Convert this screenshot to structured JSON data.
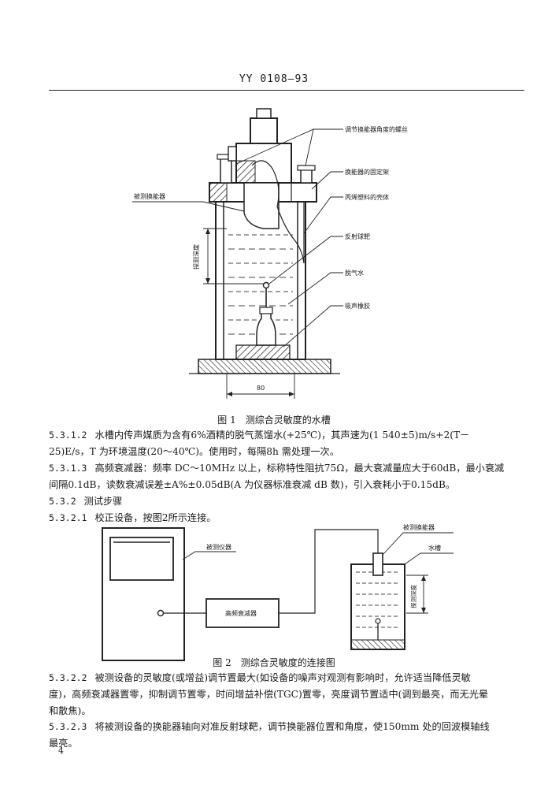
{
  "header": {
    "standard_no": "YY 0108—93"
  },
  "figure1": {
    "labels": {
      "adjust_screw": "调节换能器角度的螺丝",
      "transducer_holder": "换能器的固定架",
      "acrylic_shell": "丙烯塑料的壳体",
      "transducer_under_test": "被测换能器",
      "reflector_sphere": "反射球靶",
      "degassed_water": "脱气水",
      "sound_absorber": "吸声橡胶",
      "depth": "探测深度",
      "width": "80"
    },
    "caption": "图 1　测综合灵敏度的水槽"
  },
  "sections": {
    "s5312": {
      "num": "5.3.1.2",
      "line1": "水槽内传声媒质为含有6%酒精的脱气蒸馏水(+25℃)，其声速为(1 540±5)m/s+2(T－",
      "line2": "25)E/s，T 为环境温度(20～40℃)。使用时，每隔8h 需处理一次。"
    },
    "s5313": {
      "num": "5.3.1.3",
      "line1": "高频衰减器：频率 DC～10MHz 以上，标称特性阻抗75Ω，最大衰减量应大于60dB，最小衰减",
      "line2": "间隔0.1dB，读数衰减误差±A%±0.05dB(A 为仪器标准衰减 dB 数)，引入衰耗小于0.15dB。"
    },
    "s532": {
      "num": "5.3.2",
      "text": "测试步骤"
    },
    "s5321": {
      "num": "5.3.2.1",
      "text": "校正设备，按图2所示连接。"
    }
  },
  "figure2": {
    "labels": {
      "instrument": "被测仪器",
      "attenuator": "高频衰减器",
      "transducer": "被测换能器",
      "tank": "水槽",
      "depth": "探测深度"
    },
    "caption": "图 2　测综合灵敏度的连接图"
  },
  "sections2": {
    "s5322": {
      "num": "5.3.2.2",
      "line1": "被测设备的灵敏度(或增益)调节置最大(如设备的噪声对观测有影响时，允许适当降低灵敏",
      "line2": "度)，高频衰减器置零，抑制调节置零，时间增益补偿(TGC)置零，亮度调节置适中(调到最亮，而无光晕",
      "line3": "和散焦)。"
    },
    "s5323": {
      "num": "5.3.2.3",
      "line1": "将被测设备的换能器轴向对准反射球靶，调节换能器位置和角度，使150mm 处的回波模轴线",
      "line2": "最亮。"
    }
  },
  "footer": {
    "page_number": "4"
  }
}
